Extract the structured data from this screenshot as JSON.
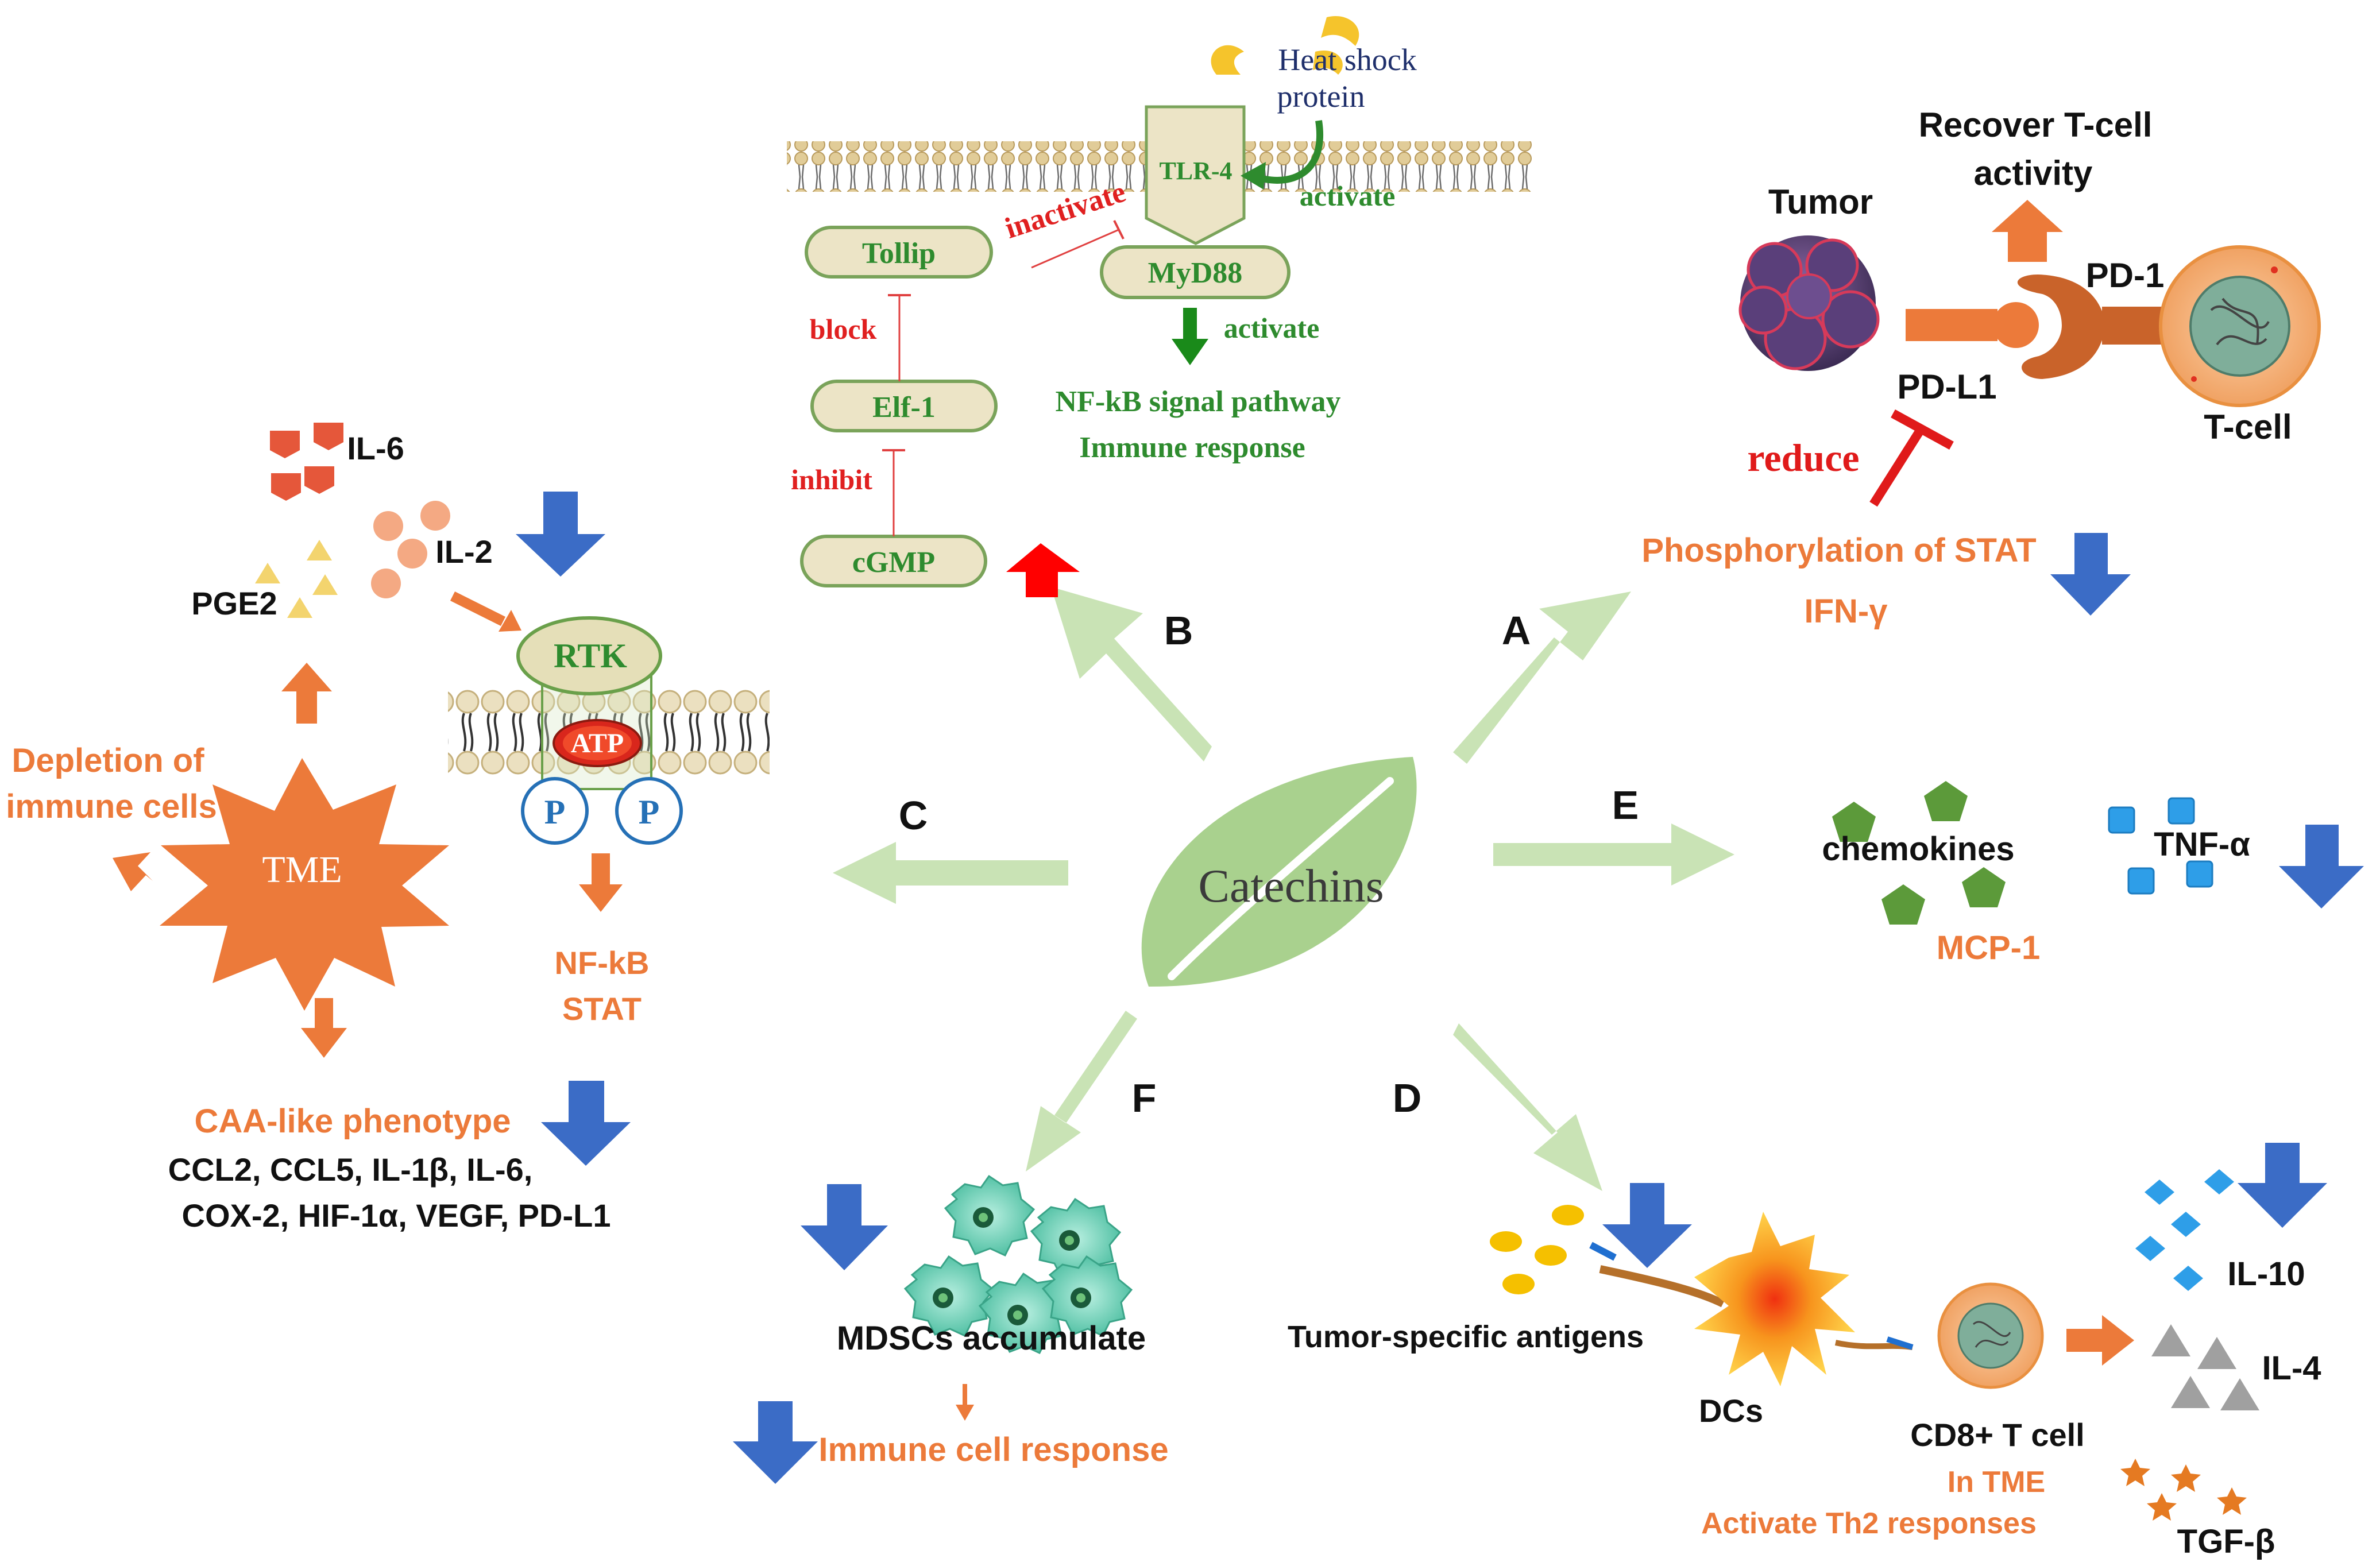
{
  "center": {
    "label": "Catechins"
  },
  "branches": {
    "a": "A",
    "b": "B",
    "c": "C",
    "d": "D",
    "e": "E",
    "f": "F"
  },
  "panel_b": {
    "heat_shock_line1": "Heat shock",
    "heat_shock_line2": "protein",
    "receptor": "TLR-4",
    "activate_receptor": "activate",
    "tollip": "Tollip",
    "myd88": "MyD88",
    "inactivate": "inactivate",
    "elf1": "Elf-1",
    "block": "block",
    "cgmp": "cGMP",
    "inhibit": "inhibit",
    "activate_pathway": "activate",
    "pathway_line1": "NF-kB signal pathway",
    "pathway_line2": "Immune response"
  },
  "panel_a": {
    "recover_line1": "Recover T-cell",
    "recover_line2": "activity",
    "tumor": "Tumor",
    "pd1": "PD-1",
    "pdl1": "PD-L1",
    "tcell": "T-cell",
    "reduce": "reduce",
    "phospho": "Phosphorylation of STAT",
    "ifn": "IFN-γ"
  },
  "panel_c": {
    "il6": "IL-6",
    "il2": "IL-2",
    "pge2": "PGE2",
    "rtk": "RTK",
    "atp": "ATP",
    "p_left": "P",
    "p_right": "P",
    "depletion_line1": "Depletion of",
    "depletion_line2": "immune cells",
    "tme": "TME",
    "nfkb": "NF-kB",
    "stat": "STAT",
    "caa": "CAA-like phenotype",
    "markers_line1": "CCL2, CCL5, IL-1β, IL-6,",
    "markers_line2": "COX-2, HIF-1α, VEGF, PD-L1"
  },
  "panel_e": {
    "chemokines": "chemokines",
    "tnf": "TNF-α",
    "mcp1": "MCP-1"
  },
  "panel_f": {
    "mdsc": "MDSCs accumulate",
    "immune_response": "Immune cell response"
  },
  "panel_d": {
    "antigens": "Tumor-specific antigens",
    "dcs": "DCs",
    "cd8": "CD8+ T cell",
    "in_tme": "In TME",
    "th2": "Activate Th2 responses",
    "il10": "IL-10",
    "il4": "IL-4",
    "tgfb": "TGF-β"
  },
  "colors": {
    "orange": "#ec7a3a",
    "blue_arrow": "#3b6cc6",
    "green_text": "#2e8b2e",
    "red_text": "#e02020",
    "branch_arrow": "#c9e3b5",
    "leaf": "#a9d18e"
  }
}
